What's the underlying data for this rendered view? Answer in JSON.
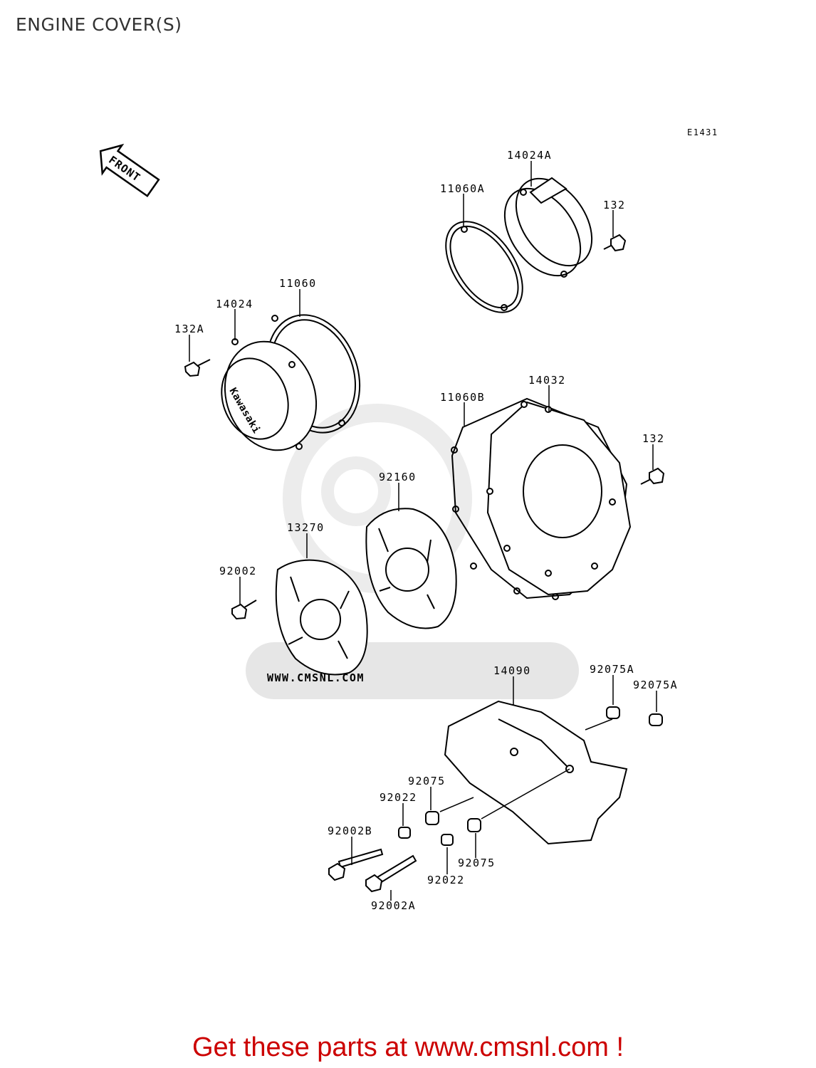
{
  "page": {
    "title": "ENGINE COVER(S)"
  },
  "diagram": {
    "code": "E1431",
    "front_label": "FRONT",
    "brand_label": "Kawasaki",
    "watermark": "WWW.CMSNL.COM",
    "parts": {
      "p14024A": "14024A",
      "p11060A": "11060A",
      "p132_top": "132",
      "p11060": "11060",
      "p14024": "14024",
      "p132A": "132A",
      "p14032": "14032",
      "p11060B": "11060B",
      "p132_mid": "132",
      "p92160": "92160",
      "p13270": "13270",
      "p92002": "92002",
      "p14090": "14090",
      "p92075A_1": "92075A",
      "p92075A_2": "92075A",
      "p92075_1": "92075",
      "p92022_1": "92022",
      "p92002B": "92002B",
      "p92075_2": "92075",
      "p92022_2": "92022",
      "p92002A": "92002A"
    }
  },
  "footer": {
    "link_text": "Get these parts at www.cmsnl.com !"
  },
  "colors": {
    "footer": "#cc0000",
    "watermark": "#e6e6e6"
  }
}
